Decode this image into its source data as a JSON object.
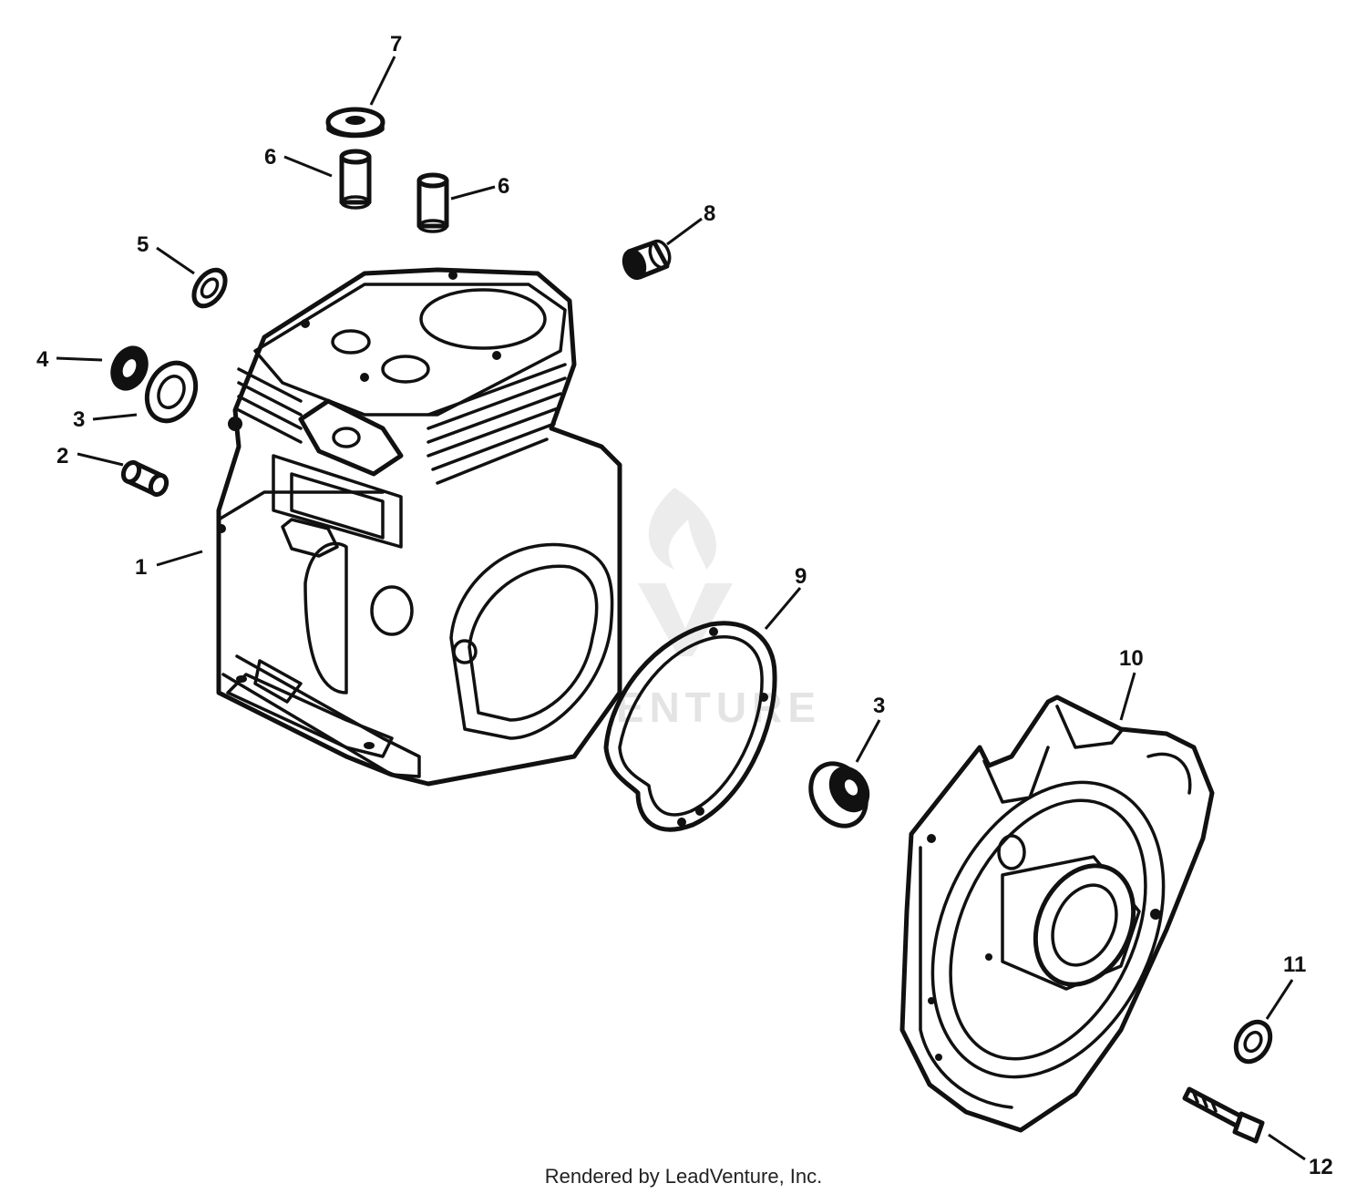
{
  "watermark": {
    "text": "LEADVENTURE"
  },
  "footer": {
    "credit": "Rendered by LeadVenture, Inc."
  },
  "callouts": [
    "1",
    "2",
    "3",
    "3",
    "4",
    "5",
    "6",
    "6",
    "7",
    "8",
    "9",
    "10",
    "11",
    "12"
  ]
}
